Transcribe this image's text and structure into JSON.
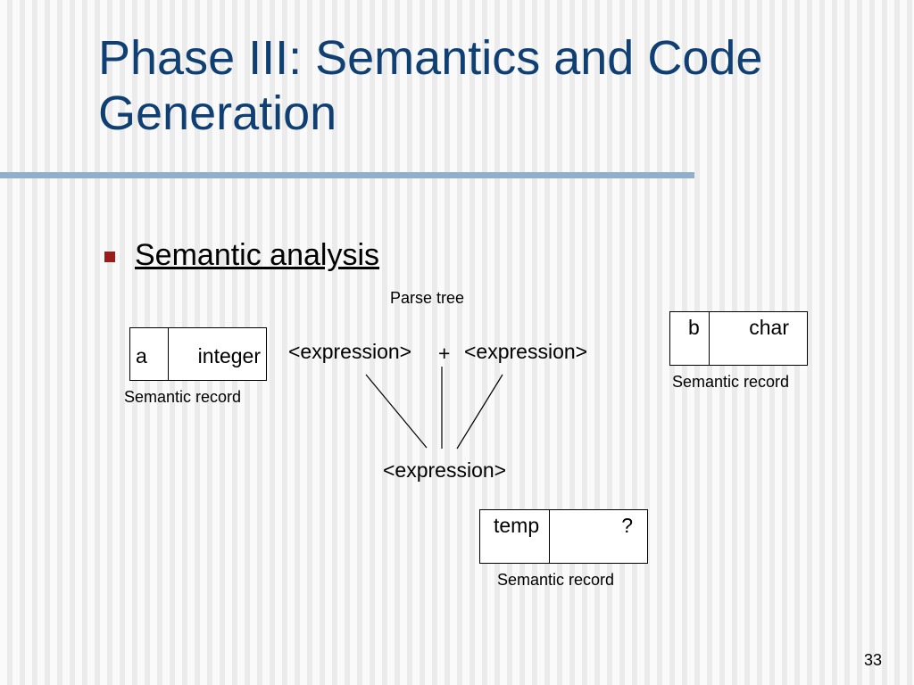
{
  "slide": {
    "title": "Phase III: Semantics and Code Generation",
    "bullet": "Semantic analysis",
    "page_number": "33"
  },
  "diagram": {
    "parse_tree_label": "Parse tree",
    "top_left_expr": "<expression>",
    "plus": "+",
    "top_right_expr": "<expression>",
    "bottom_expr": "<expression>",
    "record_a": {
      "name": "a",
      "type": "integer",
      "caption": "Semantic record"
    },
    "record_b": {
      "name": "b",
      "type": "char",
      "caption": "Semantic record"
    },
    "record_temp": {
      "name": "temp",
      "type": "?",
      "caption": "Semantic record"
    }
  },
  "colors": {
    "title": "#0f3f73",
    "rule": "#8fafcc",
    "bullet": "#9b1c1c"
  }
}
